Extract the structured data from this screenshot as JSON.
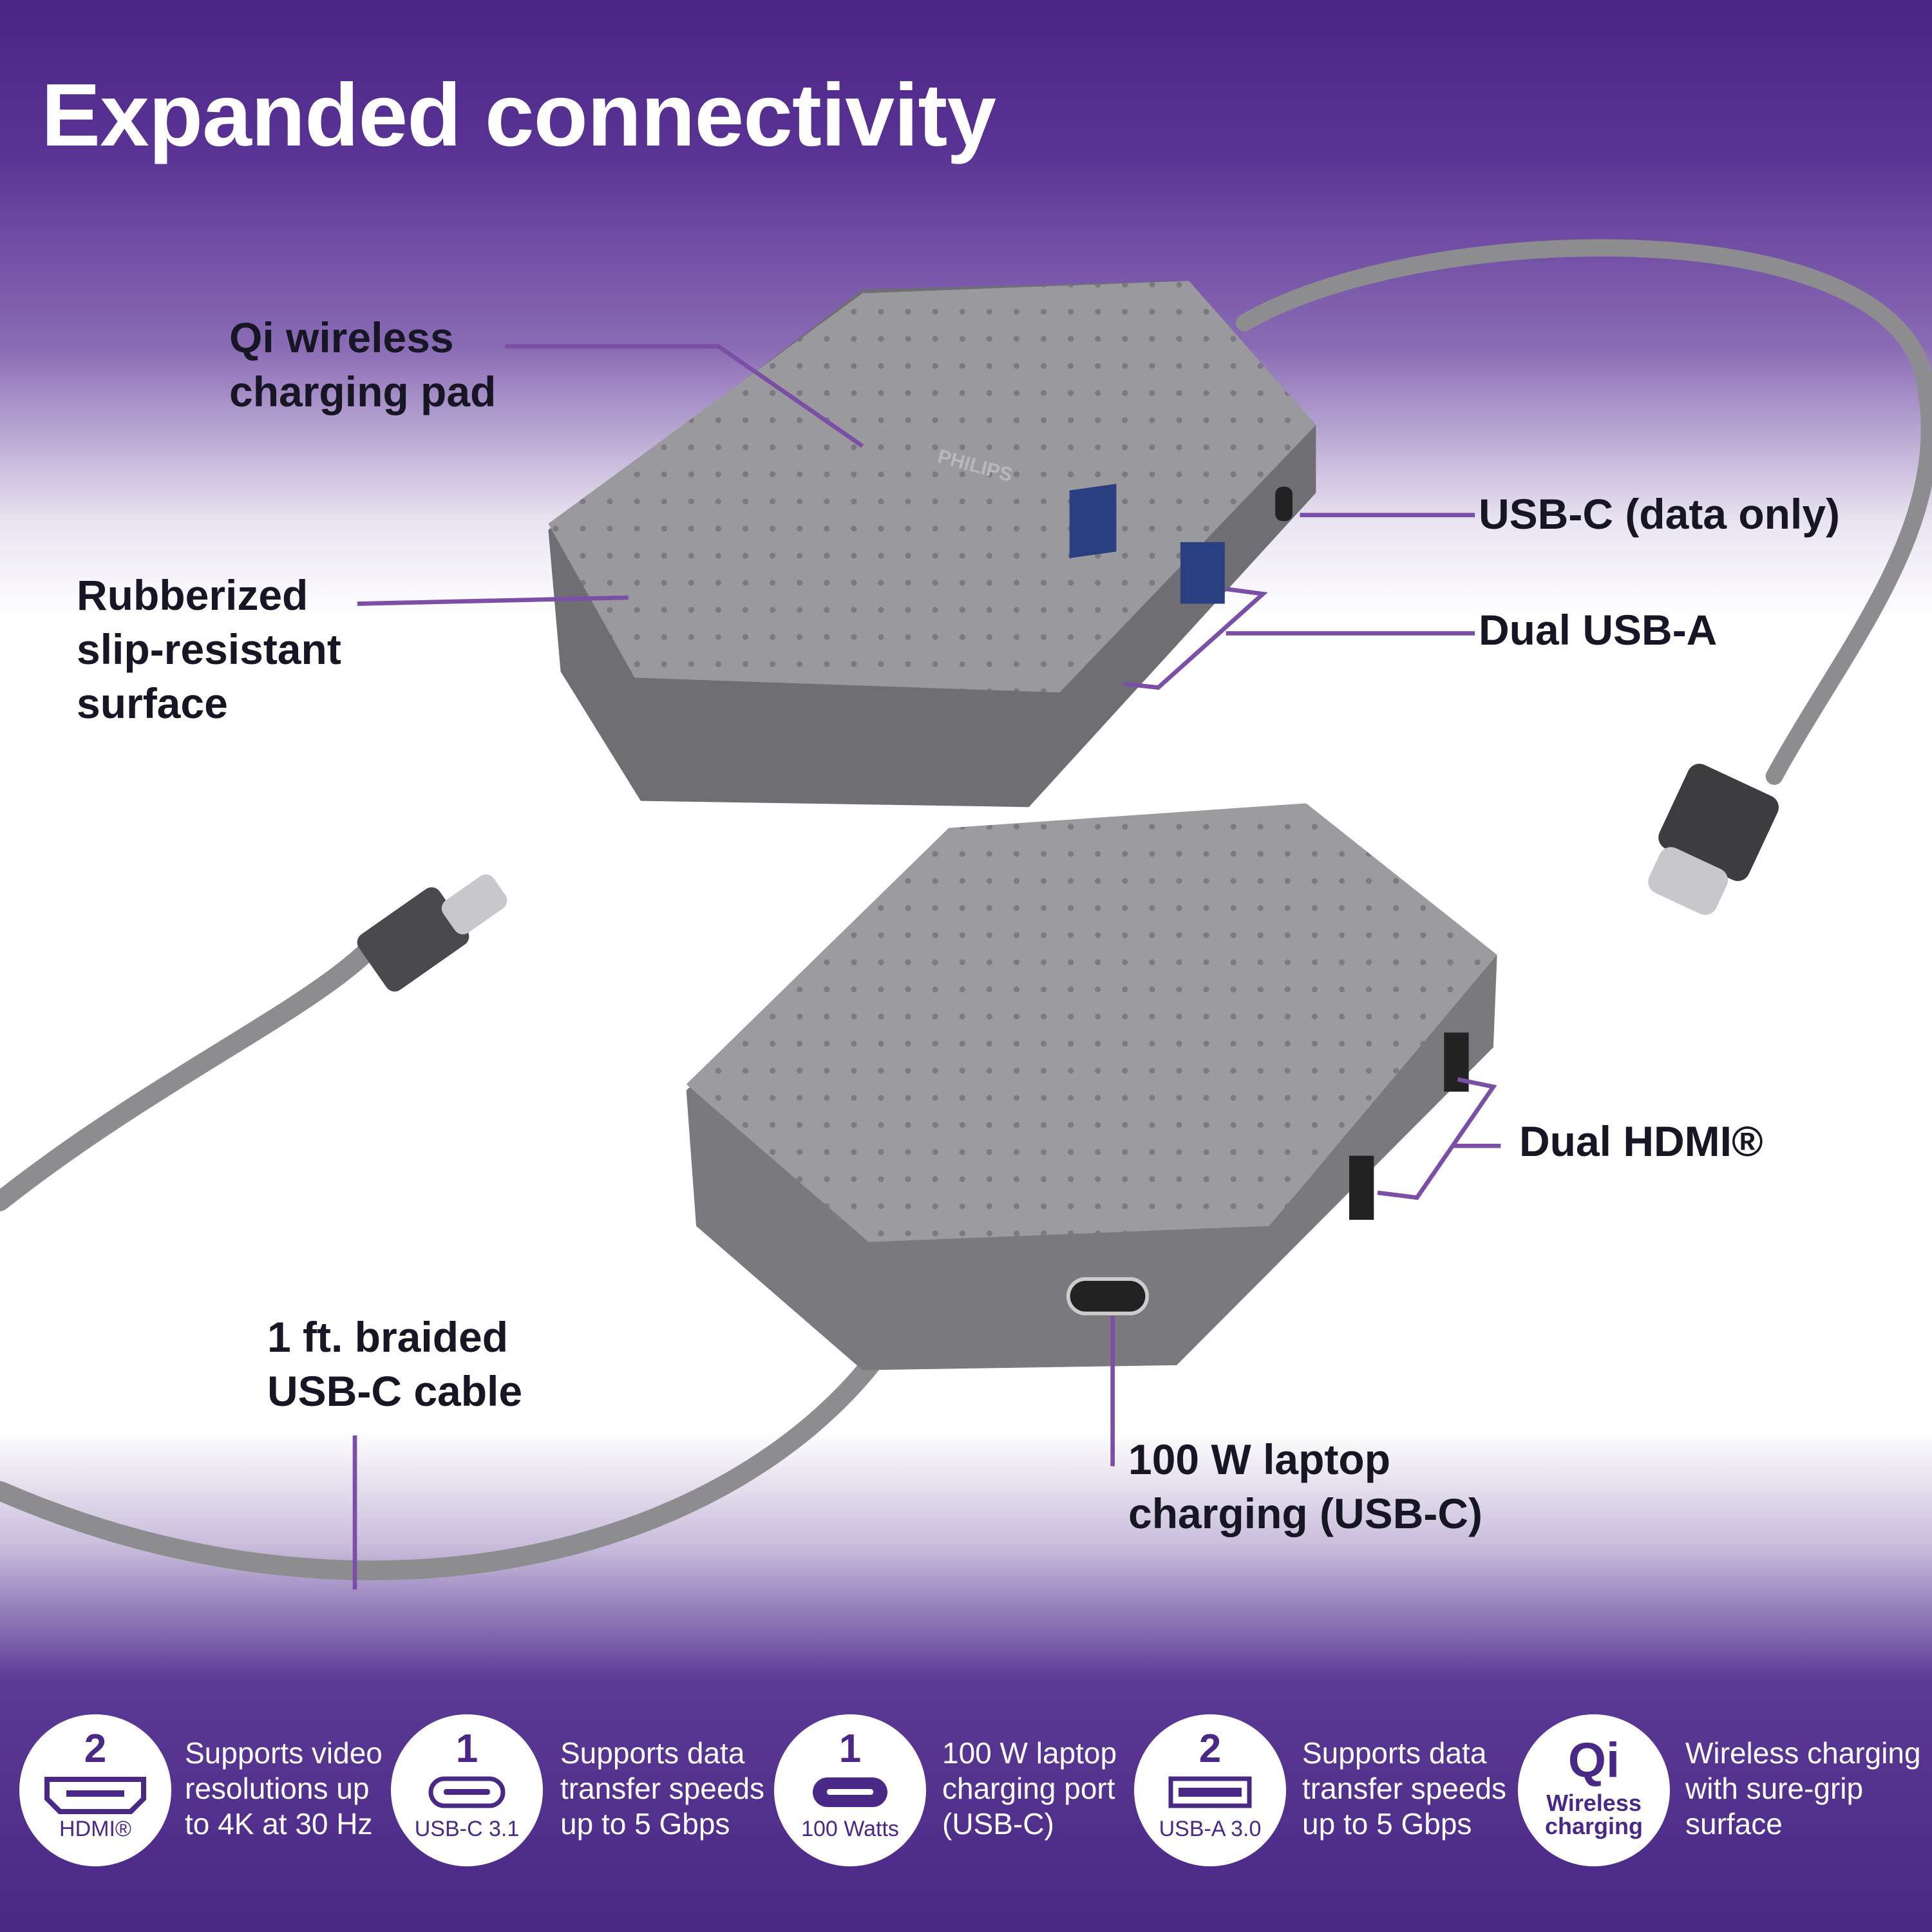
{
  "title": "Expanded connectivity",
  "callouts": {
    "qi": [
      "Qi wireless",
      "charging pad"
    ],
    "rubber": [
      "Rubberized",
      "slip-resistant",
      "surface"
    ],
    "usbc_data": [
      "USB-C (data only)"
    ],
    "usba": [
      "Dual USB-A"
    ],
    "hdmi": [
      "Dual HDMI®"
    ],
    "cable": [
      "1 ft. braided",
      "USB-C cable"
    ],
    "pd": [
      "100 W laptop",
      "charging (USB-C)"
    ]
  },
  "features": [
    {
      "count": "2",
      "caption": "HDMI®",
      "icon": "hdmi-port-icon",
      "desc": [
        "Supports video",
        "resolutions up",
        "to 4K at 30 Hz"
      ]
    },
    {
      "count": "1",
      "caption": "USB-C 3.1",
      "icon": "usb-c-port-icon",
      "desc": [
        "Supports data",
        "transfer speeds",
        "up to 5 Gbps"
      ]
    },
    {
      "count": "1",
      "caption": "100 Watts",
      "icon": "usb-c-power-icon",
      "desc": [
        "100 W laptop",
        "charging port",
        "(USB-C)"
      ]
    },
    {
      "count": "2",
      "caption": "USB-A 3.0",
      "icon": "usb-a-port-icon",
      "desc": [
        "Supports data",
        "transfer speeds",
        "up to 5 Gbps"
      ]
    },
    {
      "count": "Qi",
      "caption": "Wireless charging",
      "icon": "qi-logo",
      "desc": [
        "Wireless charging",
        "with sure-grip",
        "surface"
      ]
    }
  ],
  "brand": "PHILIPS",
  "colors": {
    "purple": "#4a2886",
    "leader": "#7a4fa5",
    "hub": "#8c8c8f"
  }
}
